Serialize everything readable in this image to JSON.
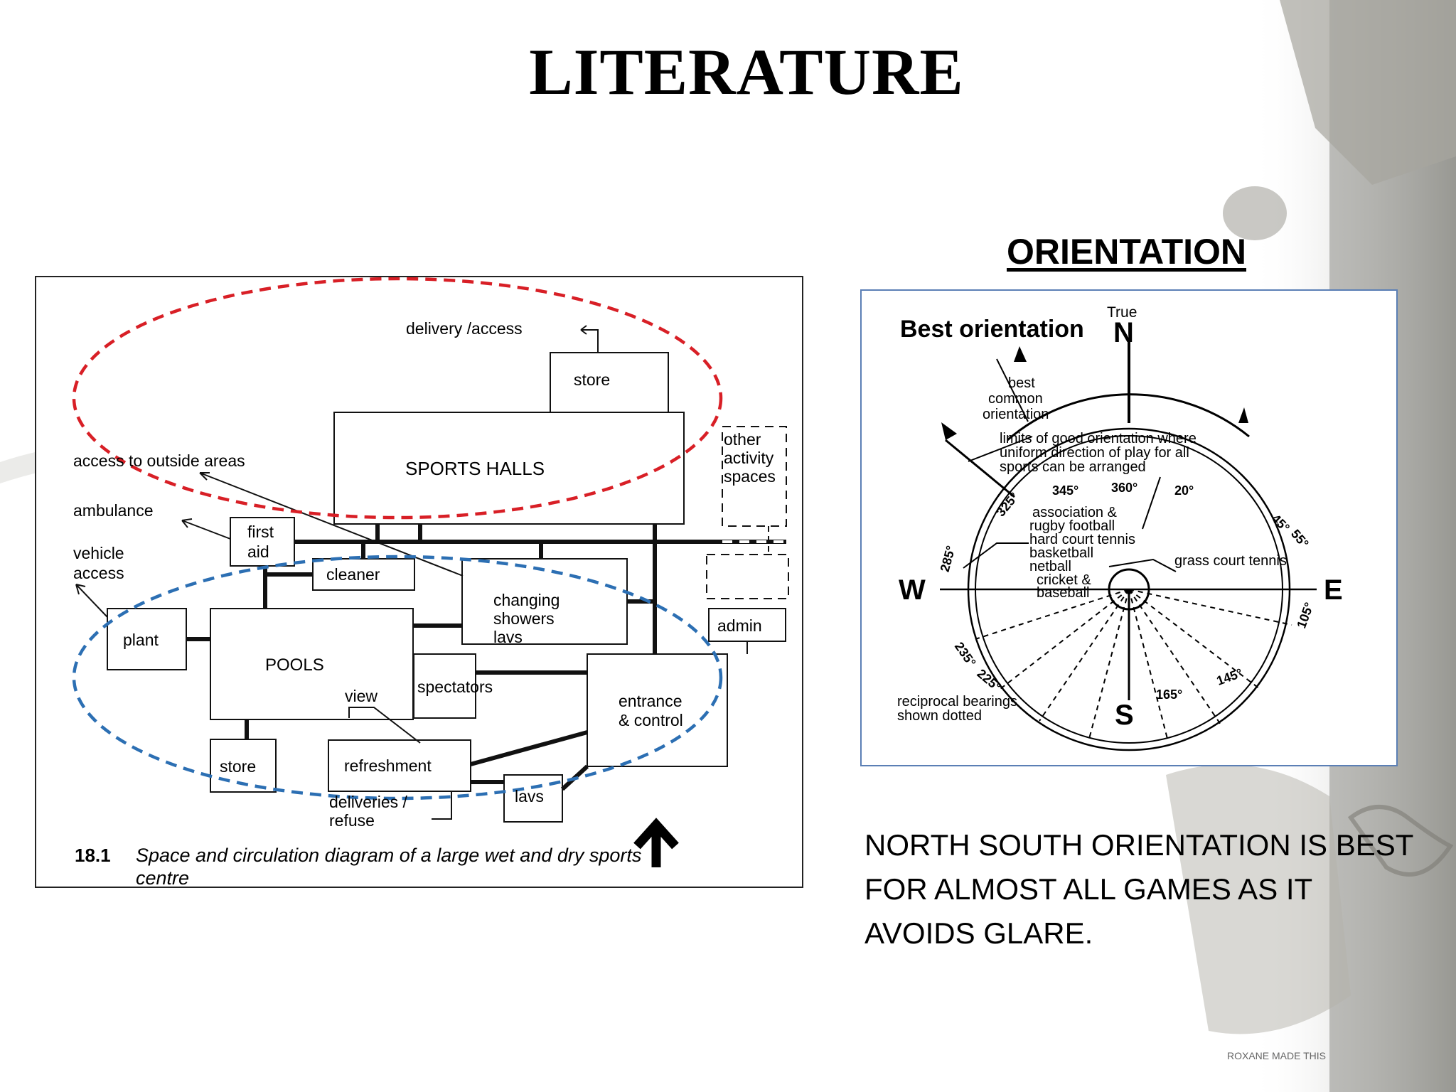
{
  "slide": {
    "title": "LITERATURE",
    "watermark": "ROXANE MADE THIS"
  },
  "circulation_diagram": {
    "labels": {
      "delivery_access": "delivery /access",
      "store_top": "store",
      "sports_halls": "SPORTS   HALLS",
      "other_activity_1": "other",
      "other_activity_2": "activity",
      "other_activity_3": "spaces",
      "access_outside": "access  to  outside  areas",
      "ambulance": "ambulance",
      "vehicle_1": "vehicle",
      "vehicle_2": "access",
      "first_aid_1": "first",
      "first_aid_2": "aid",
      "cleaner": "cleaner",
      "changing_1": "changing",
      "changing_2": "showers",
      "changing_3": "lavs",
      "admin": "admin",
      "plant": "plant",
      "pools": "POOLS",
      "spectators": "spectators",
      "view": "view",
      "entrance_1": "entrance",
      "entrance_2": "& control",
      "store_bottom": "store",
      "refreshment": "refreshment",
      "lavs": "lavs",
      "deliveries_1": "deliveries /",
      "deliveries_2": "refuse",
      "caption_num": "18.1",
      "caption_text": "Space and circulation diagram of a large wet and dry sports",
      "caption_cut": "centre"
    },
    "highlight_colors": {
      "dry_zone": "#d81f26",
      "wet_zone": "#2c6fb3"
    }
  },
  "orientation": {
    "heading": "ORIENTATION",
    "best_orientation": "Best orientation",
    "true_label": "True",
    "north": "N",
    "south": "S",
    "east": "E",
    "west": "W",
    "best_common_1": "best",
    "best_common_2": "common",
    "best_common_3": "orientation",
    "limits_1": "limits of good orientation where",
    "limits_2": "uniform direction of play for all",
    "limits_3": "sports can be arranged",
    "deg_345": "345°",
    "deg_360": "360°",
    "deg_20": "20°",
    "deg_325": "325°",
    "deg_45": "45°",
    "deg_55": "55°",
    "deg_285": "285°",
    "deg_105": "105°",
    "deg_235": "235°",
    "deg_225": "225°",
    "deg_165": "165°",
    "deg_145": "145°",
    "sports_1": "association &",
    "sports_2": "rugby football",
    "sports_3": "hard court tennis",
    "sports_4": "basketball",
    "sports_5": "netball",
    "sports_6": "cricket &",
    "sports_7": "baseball",
    "grass_tennis": "grass court tennis",
    "reciprocal_1": "reciprocal bearings",
    "reciprocal_2": "shown dotted",
    "conclusion": "NORTH SOUTH ORIENTATION IS BEST FOR ALMOST ALL GAMES AS IT AVOIDS GLARE."
  }
}
